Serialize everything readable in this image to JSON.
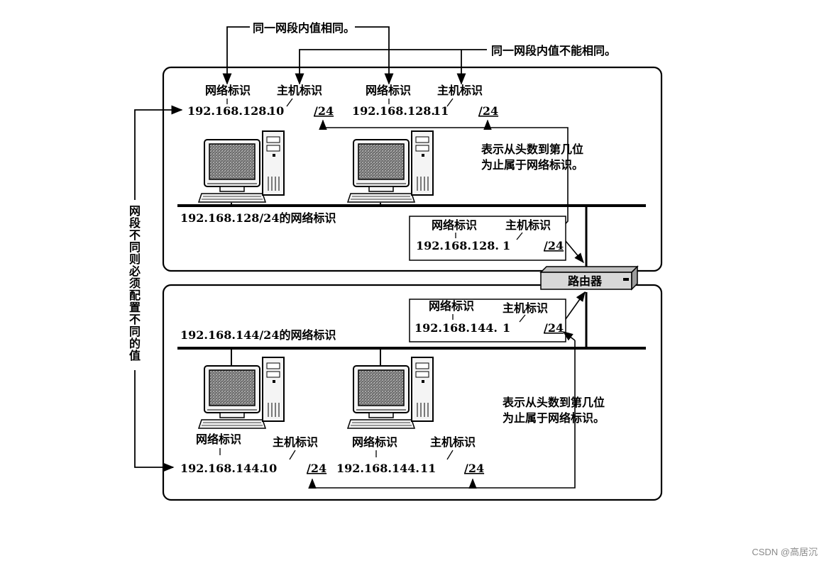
{
  "annotations": {
    "same_value": "同一网段内值相同。",
    "different_value": "同一网段内值不能相同。",
    "side_label": "网段不同则必须配置不同的值"
  },
  "labels": {
    "network_id": "网络标识",
    "host_id": "主机标识"
  },
  "top_segment": {
    "network_label": "192.168.128/24的网络标识",
    "hosts": [
      {
        "network": "192.168.128.",
        "host": "10",
        "prefix": "/24"
      },
      {
        "network": "192.168.128.",
        "host": "11",
        "prefix": "/24"
      }
    ],
    "router_interface": {
      "network": "192.168.128.",
      "host": "1",
      "prefix": "/24"
    },
    "prefix_note_line1": "表示从头数到第几位",
    "prefix_note_line2": "为止属于网络标识。"
  },
  "bottom_segment": {
    "network_label": "192.168.144/24的网络标识",
    "hosts": [
      {
        "network": "192.168.144.",
        "host": "10",
        "prefix": "/24"
      },
      {
        "network": "192.168.144.",
        "host": "11",
        "prefix": "/24"
      }
    ],
    "router_interface": {
      "network": "192.168.144.",
      "host": "1",
      "prefix": "/24"
    },
    "prefix_note_line1": "表示从头数到第几位",
    "prefix_note_line2": "为止属于网络标识。"
  },
  "router": {
    "label": "路由器"
  },
  "watermark": "CSDN @高居沉",
  "icons": [
    "desktop-computer-icon",
    "router-icon"
  ]
}
